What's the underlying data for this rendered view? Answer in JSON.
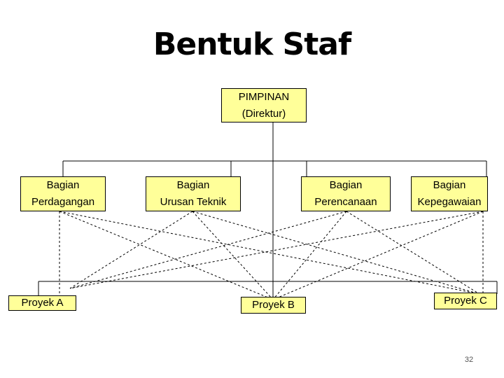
{
  "title": "Bentuk Staf",
  "page_number": "32",
  "nodes": {
    "pimpinan": [
      "PIMPINAN",
      "(Direktur)"
    ],
    "perdagangan": [
      "Bagian",
      "Perdagangan"
    ],
    "urusan_teknik": [
      "Bagian",
      "Urusan Teknik"
    ],
    "perencanaan": [
      "Bagian",
      "Perencanaan"
    ],
    "kepegawaian": [
      "Bagian",
      "Kepegawaian"
    ],
    "proyek_a": [
      "Proyek A"
    ],
    "proyek_b": [
      "Proyek B"
    ],
    "proyek_c": [
      "Proyek C"
    ]
  },
  "colors": {
    "box_fill": "#ffff99",
    "border": "#000000"
  }
}
